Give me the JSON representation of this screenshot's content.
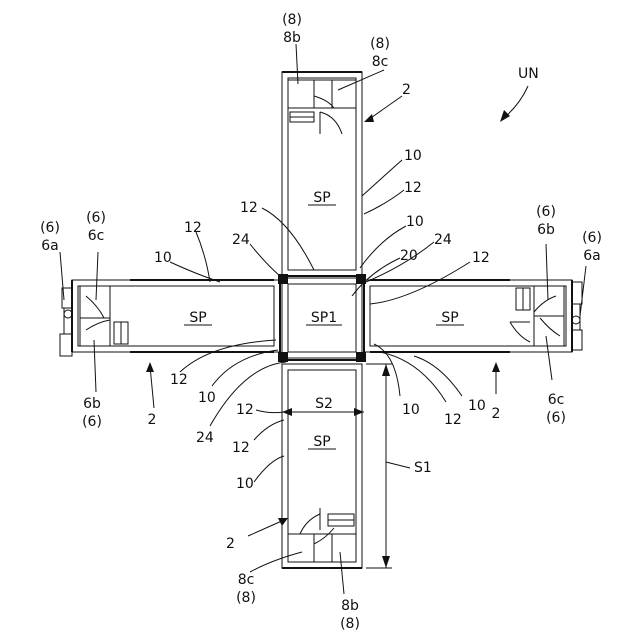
{
  "figure": {
    "unit_label": "UN",
    "spaces": {
      "top": "SP",
      "left": "SP",
      "right": "SP",
      "bottom": "SP",
      "center": "SP1"
    },
    "dimensions": {
      "vertical": "S1",
      "horizontal": "S2"
    },
    "labels": {
      "top_8b_paren": "(8)",
      "top_8b": "8b",
      "top_8c_paren": "(8)",
      "top_8c": "8c",
      "top_2": "2",
      "top_10": "10",
      "top_12": "12",
      "top_12_inner": "12",
      "top_10_inner": "10",
      "center_24_left": "24",
      "center_24_right": "24",
      "center_20": "20",
      "center_12_right": "12",
      "left_6a_paren": "(6)",
      "left_6a": "6a",
      "left_6c_paren": "(6)",
      "left_6c": "6c",
      "left_12": "12",
      "left_10": "10",
      "left_6b": "6b",
      "left_6b_paren": "(6)",
      "left_2": "2",
      "right_6b_paren": "(6)",
      "right_6b": "6b",
      "right_6a_paren": "(6)",
      "right_6a": "6a",
      "right_6c": "6c",
      "right_6c_paren": "(6)",
      "right_2": "2",
      "right_10_a": "10",
      "right_12": "12",
      "right_10_b": "10",
      "lower_12_a": "12",
      "lower_10_a": "10",
      "lower_12_b": "12",
      "lower_24": "24",
      "lower_12_c": "12",
      "lower_10_b": "10",
      "bottom_2": "2",
      "bottom_8c": "8c",
      "bottom_8c_paren": "(8)",
      "bottom_8b": "8b",
      "bottom_8b_paren": "(8)"
    }
  }
}
